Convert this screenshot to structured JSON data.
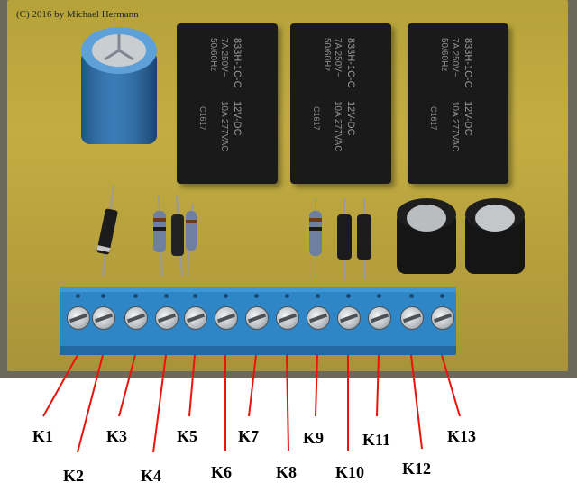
{
  "photo": {
    "copyright": "(C) 2016 by Michael Hermann"
  },
  "relays": [
    {
      "model": "833H-1C-C",
      "rating1": "7A 250V~",
      "rating2": "50/60Hz",
      "rating3": "10A 277VAC",
      "coil": "12V-DC",
      "code": "C1617"
    },
    {
      "model": "833H-1C-C",
      "rating1": "7A 250V~",
      "rating2": "50/60Hz",
      "rating3": "10A 277VAC",
      "coil": "12V-DC",
      "code": "C1617"
    },
    {
      "model": "833H-1C-C",
      "rating1": "7A 250V~",
      "rating2": "50/60Hz",
      "rating3": "10A 277VAC",
      "coil": "12V-DC",
      "code": "C1617"
    }
  ],
  "terminals": {
    "count": 13,
    "labels": [
      "K1",
      "K2",
      "K3",
      "K4",
      "K5",
      "K6",
      "K7",
      "K8",
      "K9",
      "K10",
      "K11",
      "K12",
      "K13"
    ]
  },
  "colors": {
    "pcb": "#c3ad42",
    "terminal_block": "#2f86c6",
    "relay_body": "#1a1a1a",
    "capacitor_big": "#3b87c4",
    "leader_line": "#e8140c",
    "label_text": "#000000"
  }
}
